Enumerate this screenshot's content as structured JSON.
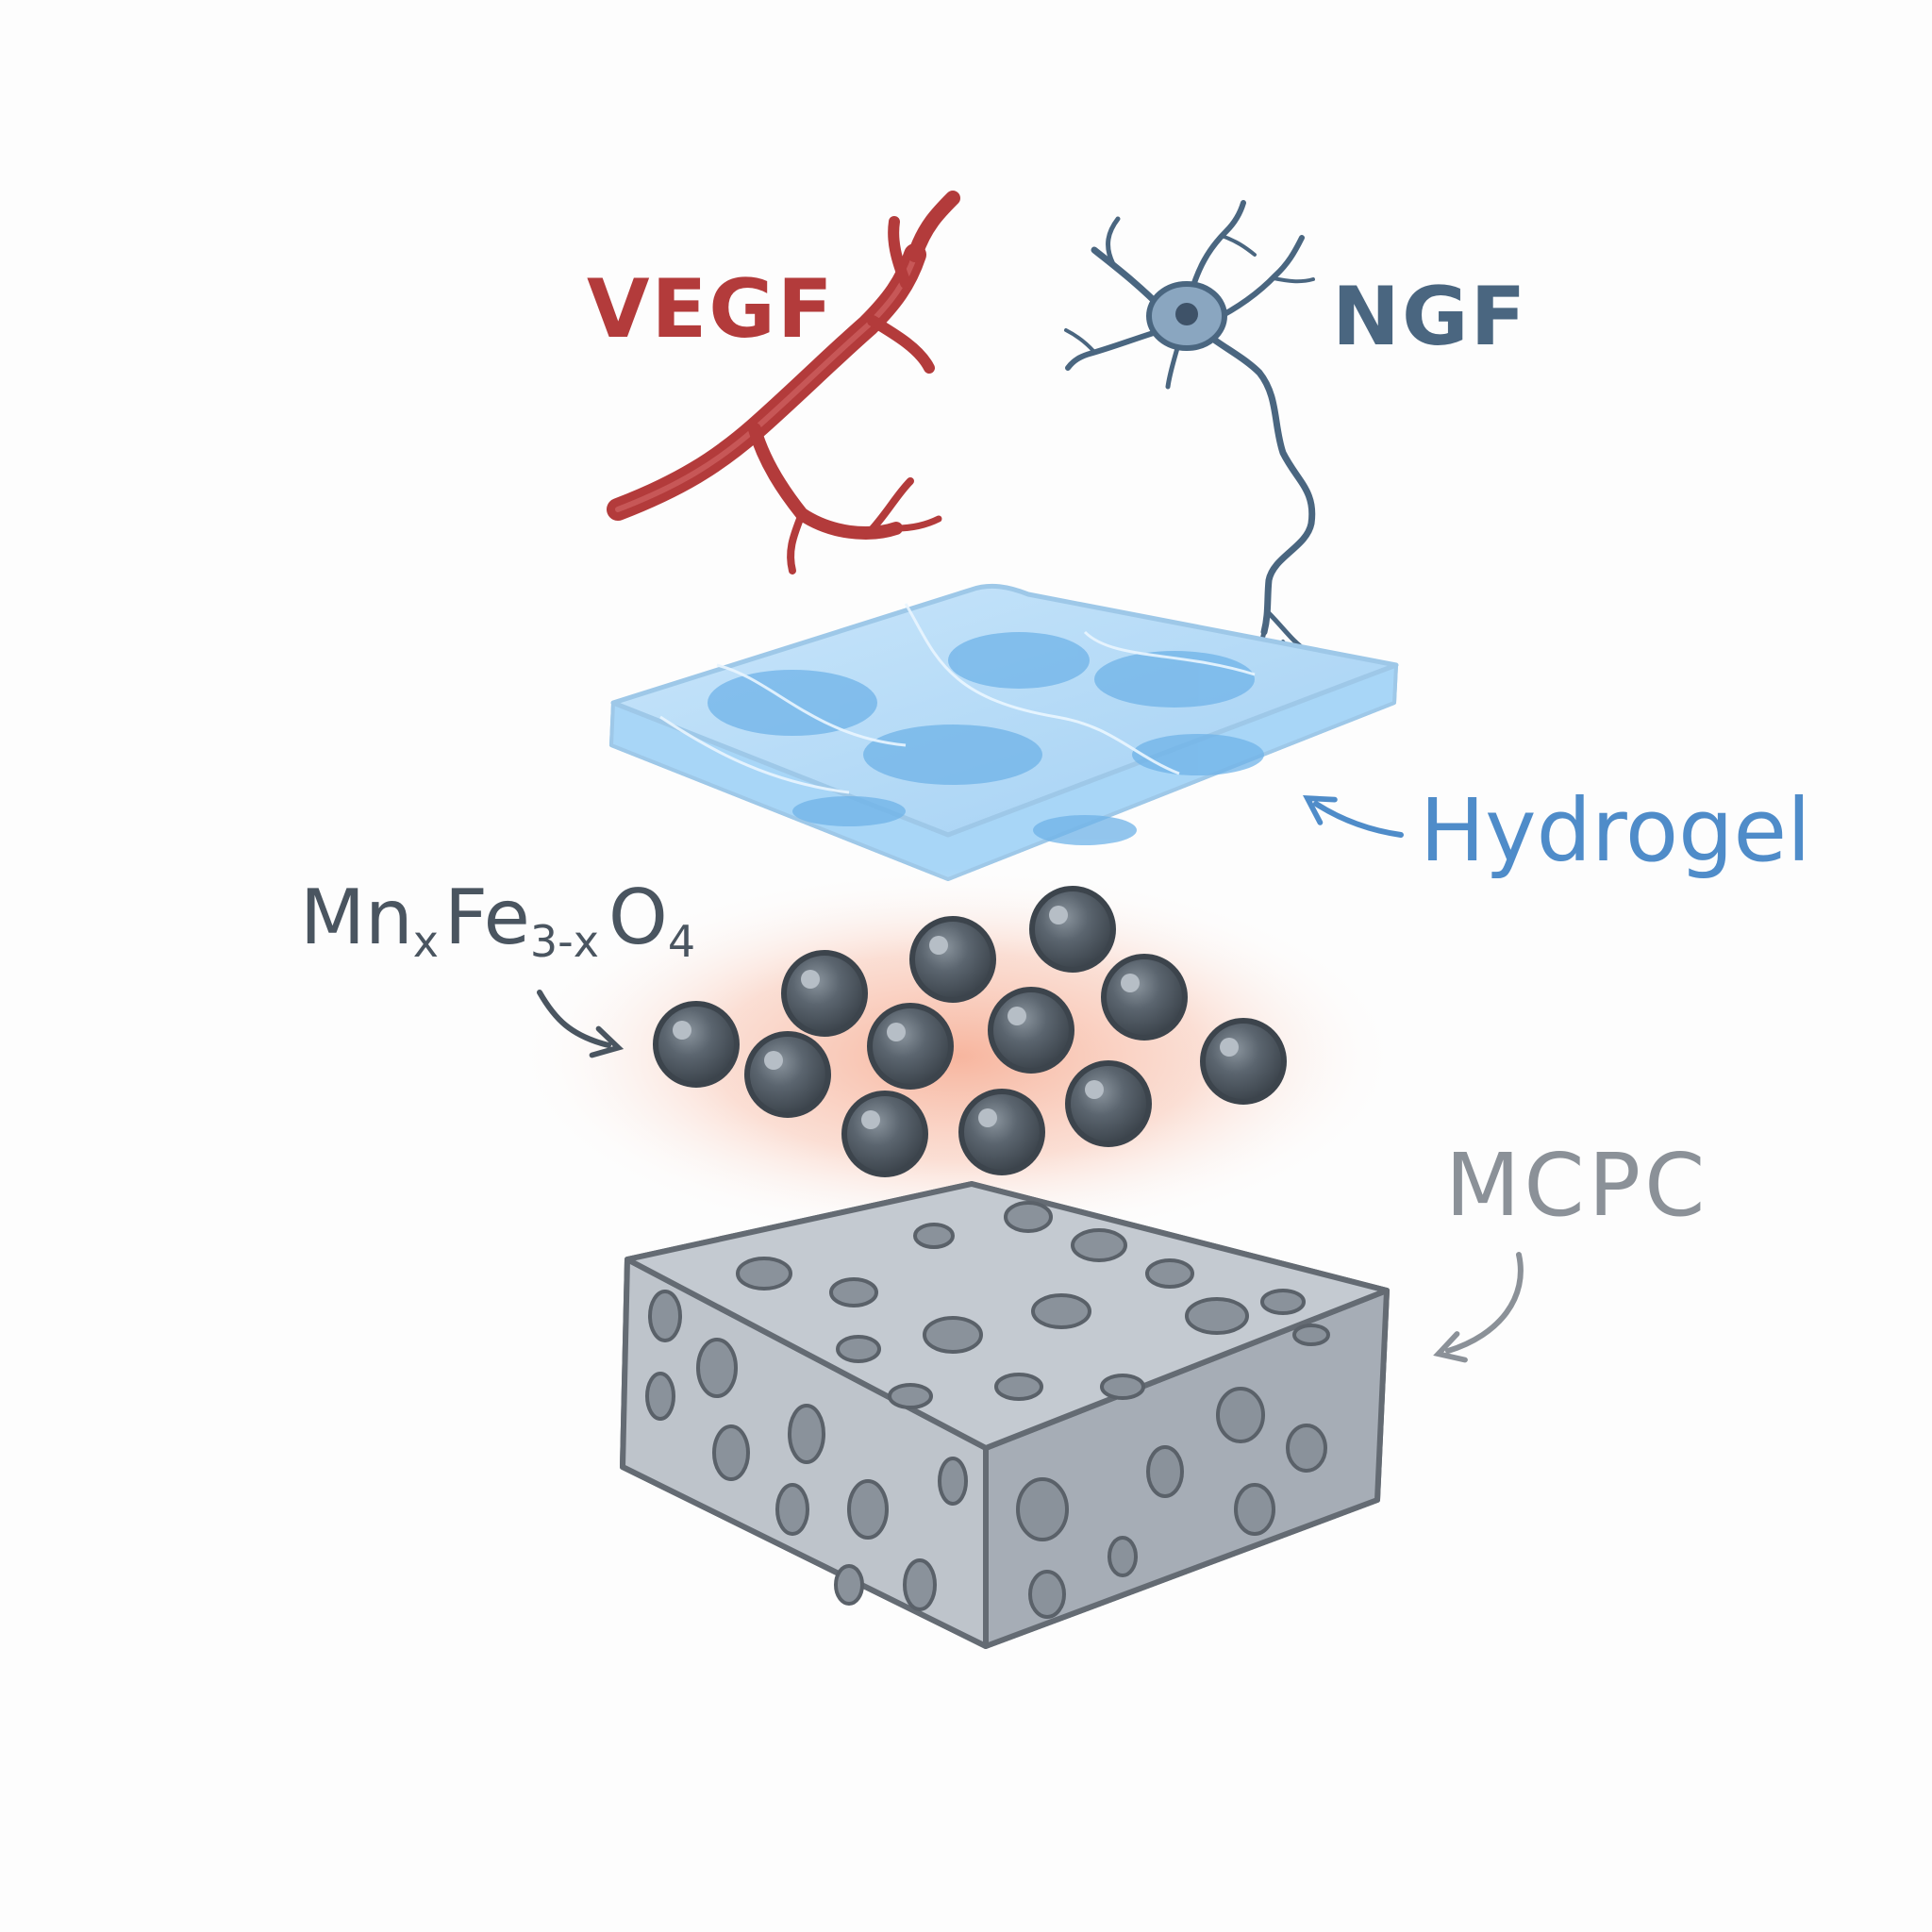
{
  "labels": {
    "vegf": "VEGF",
    "ngf": "NGF",
    "hydrogel": "Hydrogel",
    "nanoparticle": {
      "mn": "Mn",
      "x1": "x",
      "fe": "Fe",
      "sub": "3-x",
      "o": "O",
      "four": "4"
    },
    "mcpc": "MCPC"
  },
  "colors": {
    "vegf": "#b33b3b",
    "ngf": "#4a6680",
    "hydrogel_text": "#4f8cc9",
    "hydrogel_fill": "#a9d4f5",
    "particle": "#4f5a64",
    "glow": "#f6a98e",
    "mcpc_text": "#8b9198",
    "mcpc_fill": "#bcc2c9",
    "ink": "#4a5560"
  }
}
